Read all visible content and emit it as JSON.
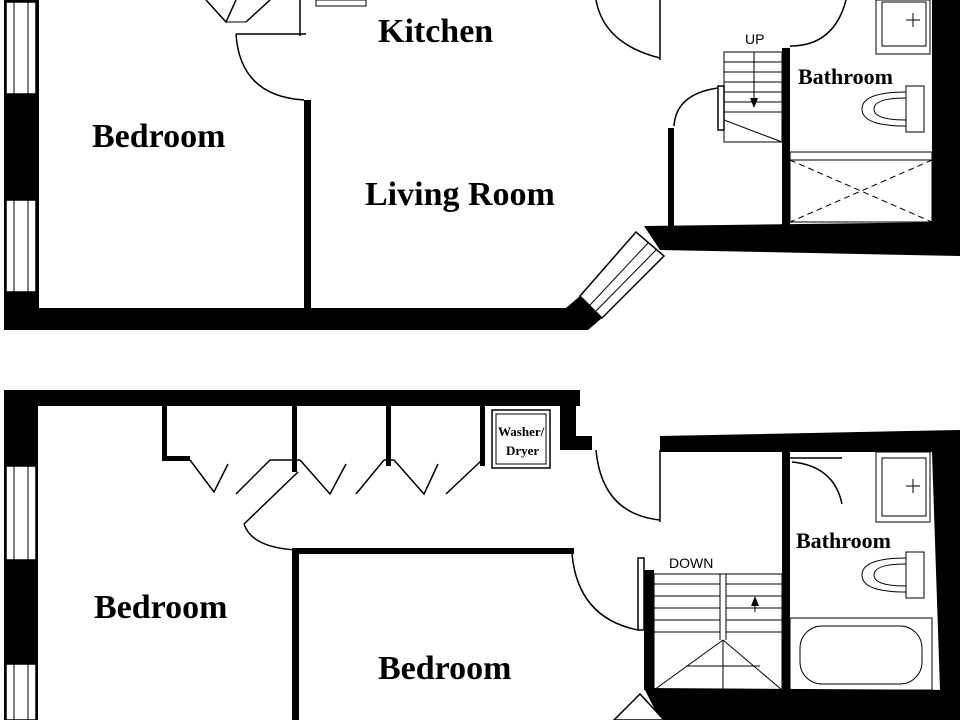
{
  "upper_floor": {
    "kitchen": "Kitchen",
    "bedroom": "Bedroom",
    "living_room": "Living Room",
    "bathroom": "Bathroom",
    "stairs": "UP"
  },
  "lower_floor": {
    "washer": "Washer/",
    "dryer": "Dryer",
    "bedroom_left": "Bedroom",
    "bedroom_center": "Bedroom",
    "bathroom": "Bathroom",
    "stairs": "DOWN"
  }
}
